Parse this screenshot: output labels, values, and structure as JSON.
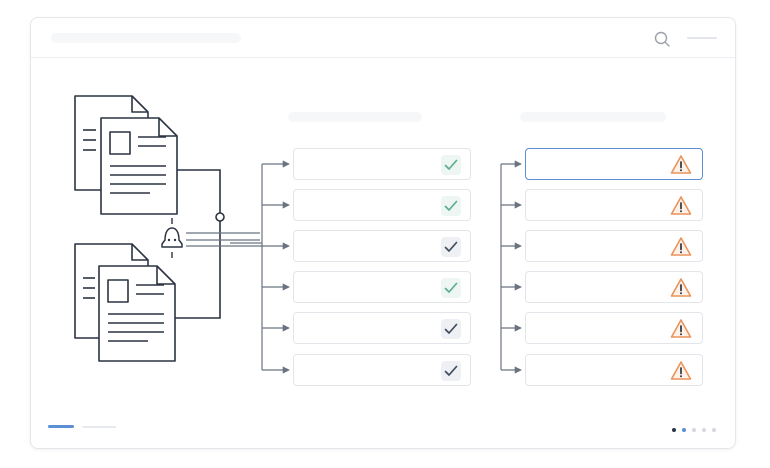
{
  "colors": {
    "accent": "#5b8fd6",
    "success": "#5cae8d",
    "neutral_check": "#3f4c5e",
    "warning": "#e8945a",
    "line": "#2b3442",
    "arrow": "#6b7380"
  },
  "middle_column": {
    "items": [
      {
        "status": "check-green"
      },
      {
        "status": "check-green"
      },
      {
        "status": "check-gray"
      },
      {
        "status": "check-green"
      },
      {
        "status": "check-gray"
      },
      {
        "status": "check-gray"
      }
    ]
  },
  "right_column": {
    "items": [
      {
        "status": "warning",
        "selected": true
      },
      {
        "status": "warning",
        "selected": false
      },
      {
        "status": "warning",
        "selected": false
      },
      {
        "status": "warning",
        "selected": false
      },
      {
        "status": "warning",
        "selected": false
      },
      {
        "status": "warning",
        "selected": false
      }
    ]
  },
  "pagination": {
    "total": 5,
    "active": 1
  },
  "icons": {
    "search": "search-icon",
    "documents": "document-stack-icon",
    "connector": "lock-node-icon",
    "success": "checkmark-icon",
    "alert": "warning-triangle-icon"
  }
}
